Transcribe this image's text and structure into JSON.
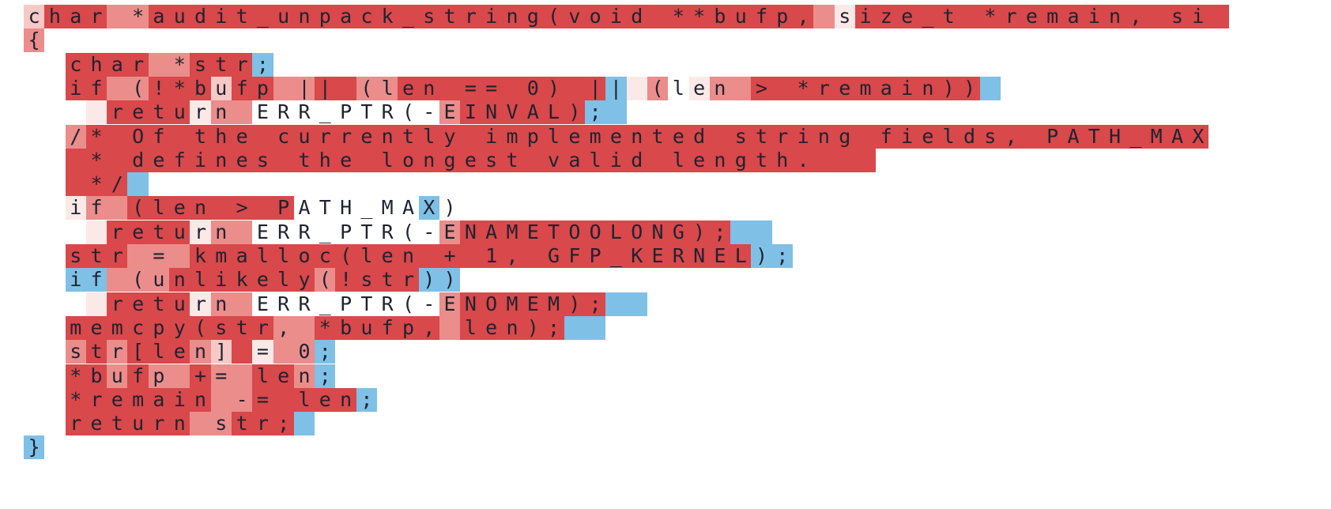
{
  "palette": {
    "hot": "#d9484a",
    "warm": "#ea8d8b",
    "light": "#f6c9c6",
    "pale": "#fbe9e8",
    "none": "#ffffff",
    "blue": "#7fc0e6"
  },
  "code_lines": [
    {
      "text": "char *audit_unpack_string(void **bufp, size_t *remain, si",
      "heat": "lHHHwwHHHHHHHHHHHHHHHHHHHHHHHHHHHHHHHHwpHHHHHHHHHHHHHHHHHH"
    },
    {
      "text": "{",
      "heat": "w"
    },
    {
      "text": "  char *str;",
      "heat": "nnHHHHwwHHHb"
    },
    {
      "text": "  if (!*bufp || (len == 0) || (len > *remain))",
      "heat": "nnHHwwHHHlHHwwHHwwHHHHHHHHHHbpwnpwwHHHHHHHHHHHb"
    },
    {
      "text": "    return ERR_PTR(-EINVAL);",
      "heat": "nnnpHHHHpwwnnnnnnnnnwHHHHHHbb"
    },
    {
      "text": "  /* Of the currently implemented string fields, PATH_MAX",
      "heat": "nnwHHHHHHHHHHHHHHHHHHHHHHHHHHHHHHHHHHHHHHHHHHHHHHHHHHHHHH"
    },
    {
      "text": "   * defines the longest valid length.",
      "heat": "nnHHHHHHHHHHHHHHHHHHHHHHHHHHHHHHHHHHHHHHH"
    },
    {
      "text": "   */",
      "heat": "nnHHHb"
    },
    {
      "text": "  if (len > PATH_MAX)",
      "heat": "nnpwwHHHHHHHHnnnnnnb"
    },
    {
      "text": "    return ERR_PTR(-ENAMETOOLONG);",
      "heat": "nnnpHHHHpwwnnnnnnnnnwHHHHHHHHHHHHHbb"
    },
    {
      "text": "  str = kmalloc(len + 1, GFP_KERNEL);",
      "heat": "nnHHHwwwHHHHHHHHHHHHHHHHHHHHHHHHHHHbb"
    },
    {
      "text": "  if (unlikely(!str))",
      "heat": "nnbbwwwHHHHHHHwHHHHbb"
    },
    {
      "text": "    return ERR_PTR(-ENOMEM);",
      "heat": "nnnpHHHHpwwnnnnnnnnnwHHHHHHHbb"
    },
    {
      "text": "  memcpy(str, *bufp, len);",
      "heat": "nnHHHHHHHHHHwwHHHHHHwHHHHHbb"
    },
    {
      "text": "  str[len] = 0;",
      "heat": "nnwHwHHHwlHpwwb"
    },
    {
      "text": "  *bufp += len;",
      "heat": "nnHHwHwwHwwHHwb"
    },
    {
      "text": "  *remain -= len;",
      "heat": "nnHHHHHHHwwHHHHHb"
    },
    {
      "text": "  return str;",
      "heat": "nnHHHHHHwwHHHb"
    },
    {
      "text": "}",
      "heat": "b"
    }
  ]
}
